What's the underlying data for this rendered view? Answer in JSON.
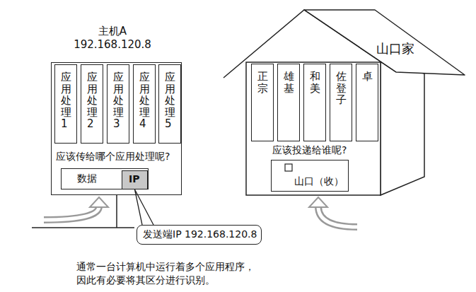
{
  "diagram": {
    "caption": "通常一台计算机中运行着多个应用程序， 因此有必要将其区分进行识别。",
    "nodes": [
      {
        "text": [
          "主机A 192.168.120.8",
          "应该传给哪个应用处理呢?"
        ]
      },
      {
        "text": [
          "应用处理1"
        ],
        "in": 0
      },
      {
        "text": [
          "应用处理2"
        ],
        "in": 0
      },
      {
        "text": [
          "应用处理3"
        ],
        "in": 0
      },
      {
        "text": [
          "应用处理4"
        ],
        "in": 0
      },
      {
        "text": [
          "应用处理5"
        ],
        "in": 0
      },
      {
        "text": [
          "数据"
        ],
        "in": 0
      },
      {
        "text": [
          "IP"
        ],
        "in": 6
      },
      {
        "text": [
          "发送端IP 192.168.120.8"
        ]
      },
      {
        "text": [
          "山口家",
          "应该投递给谁呢?"
        ]
      },
      {
        "text": [
          "正宗"
        ],
        "in": 9
      },
      {
        "text": [
          "雄基"
        ],
        "in": 9
      },
      {
        "text": [
          "和美"
        ],
        "in": 9
      },
      {
        "text": [
          "佐登子"
        ],
        "in": 9
      },
      {
        "text": [
          "卓"
        ],
        "in": 9
      },
      {
        "text": [
          "山口（收）"
        ],
        "in": 9
      }
    ],
    "edges": [
      {
        "from": 8,
        "to": 7,
        "arrow": "none"
      }
    ]
  }
}
